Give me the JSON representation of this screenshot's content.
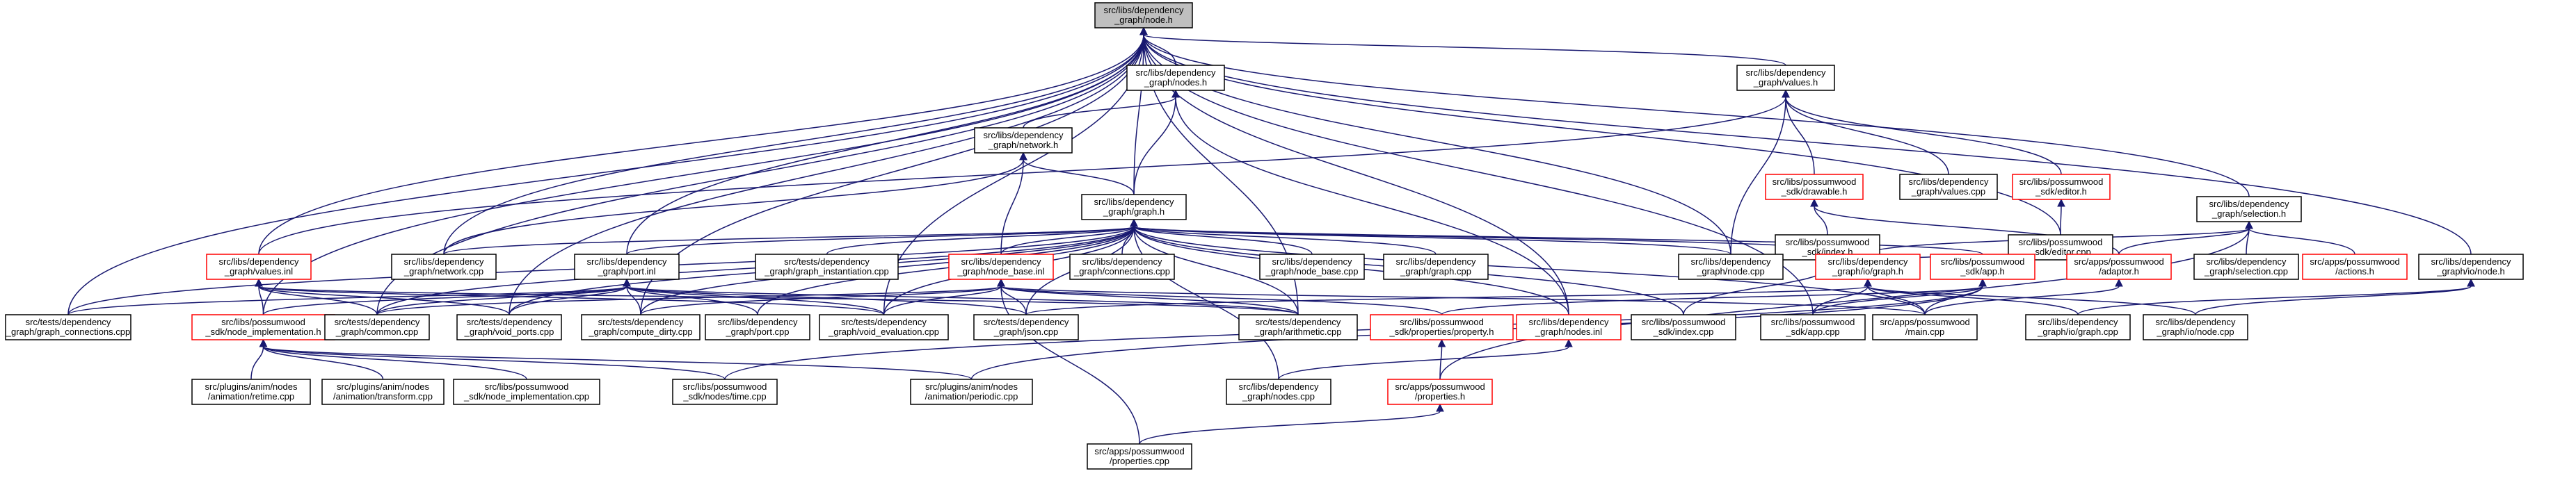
{
  "nodes": [
    {
      "id": "node_h",
      "lines": [
        "src/libs/dependency",
        "_graph/node.h"
      ],
      "root": true
    },
    {
      "id": "nodes_h",
      "lines": [
        "src/libs/dependency",
        "_graph/nodes.h"
      ]
    },
    {
      "id": "values_h",
      "lines": [
        "src/libs/dependency",
        "_graph/values.h"
      ]
    },
    {
      "id": "network_h",
      "lines": [
        "src/libs/dependency",
        "_graph/network.h"
      ]
    },
    {
      "id": "drawable_h",
      "lines": [
        "src/libs/possumwood",
        "_sdk/drawable.h"
      ],
      "red": true
    },
    {
      "id": "values_cpp",
      "lines": [
        "src/libs/dependency",
        "_graph/values.cpp"
      ]
    },
    {
      "id": "editor_h",
      "lines": [
        "src/libs/possumwood",
        "_sdk/editor.h"
      ],
      "red": true
    },
    {
      "id": "graph_h",
      "lines": [
        "src/libs/dependency",
        "_graph/graph.h"
      ]
    },
    {
      "id": "index_h",
      "lines": [
        "src/libs/possumwood",
        "_sdk/index.h"
      ]
    },
    {
      "id": "editor_cpp",
      "lines": [
        "src/libs/possumwood",
        "_sdk/editor.cpp"
      ]
    },
    {
      "id": "selection_h",
      "lines": [
        "src/libs/dependency",
        "_graph/selection.h"
      ]
    },
    {
      "id": "values_inl",
      "lines": [
        "src/libs/dependency",
        "_graph/values.inl"
      ],
      "red": true
    },
    {
      "id": "network_cpp",
      "lines": [
        "src/libs/dependency",
        "_graph/network.cpp"
      ]
    },
    {
      "id": "port_inl",
      "lines": [
        "src/libs/dependency",
        "_graph/port.inl"
      ]
    },
    {
      "id": "graph_instantiation",
      "lines": [
        "src/tests/dependency",
        "_graph/graph_instantiation.cpp"
      ]
    },
    {
      "id": "node_base_inl",
      "lines": [
        "src/libs/dependency",
        "_graph/node_base.inl"
      ],
      "red": true
    },
    {
      "id": "connections_cpp",
      "lines": [
        "src/libs/dependency",
        "_graph/connections.cpp"
      ]
    },
    {
      "id": "node_base_cpp",
      "lines": [
        "src/libs/dependency",
        "_graph/node_base.cpp"
      ]
    },
    {
      "id": "graph_cpp",
      "lines": [
        "src/libs/dependency",
        "_graph/graph.cpp"
      ]
    },
    {
      "id": "node_cpp",
      "lines": [
        "src/libs/dependency",
        "_graph/node.cpp"
      ]
    },
    {
      "id": "io_graph_h",
      "lines": [
        "src/libs/dependency",
        "_graph/io/graph.h"
      ],
      "red": true
    },
    {
      "id": "app_h",
      "lines": [
        "src/libs/possumwood",
        "_sdk/app.h"
      ],
      "red": true
    },
    {
      "id": "adaptor_h",
      "lines": [
        "src/apps/possumwood",
        "/adaptor.h"
      ],
      "red": true
    },
    {
      "id": "selection_cpp",
      "lines": [
        "src/libs/dependency",
        "_graph/selection.cpp"
      ]
    },
    {
      "id": "actions_h",
      "lines": [
        "src/apps/possumwood",
        "/actions.h"
      ],
      "red": true
    },
    {
      "id": "io_node_h",
      "lines": [
        "src/libs/dependency",
        "_graph/io/node.h"
      ]
    },
    {
      "id": "graph_connections",
      "lines": [
        "src/tests/dependency",
        "_graph/graph_connections.cpp"
      ]
    },
    {
      "id": "node_implementation_h",
      "lines": [
        "src/libs/possumwood",
        "_sdk/node_implementation.h"
      ],
      "red": true
    },
    {
      "id": "common_cpp",
      "lines": [
        "src/tests/dependency",
        "_graph/common.cpp"
      ]
    },
    {
      "id": "void_ports",
      "lines": [
        "src/tests/dependency",
        "_graph/void_ports.cpp"
      ]
    },
    {
      "id": "compute_dirty",
      "lines": [
        "src/tests/dependency",
        "_graph/compute_dirty.cpp"
      ]
    },
    {
      "id": "port_cpp",
      "lines": [
        "src/libs/dependency",
        "_graph/port.cpp"
      ]
    },
    {
      "id": "void_evaluation",
      "lines": [
        "src/tests/dependency",
        "_graph/void_evaluation.cpp"
      ]
    },
    {
      "id": "json_cpp",
      "lines": [
        "src/tests/dependency",
        "_graph/json.cpp"
      ]
    },
    {
      "id": "arithmetic_cpp",
      "lines": [
        "src/tests/dependency",
        "_graph/arithmetic.cpp"
      ]
    },
    {
      "id": "property_h",
      "lines": [
        "src/libs/possumwood",
        "_sdk/properties/property.h"
      ],
      "red": true
    },
    {
      "id": "nodes_inl",
      "lines": [
        "src/libs/dependency",
        "_graph/nodes.inl"
      ],
      "red": true
    },
    {
      "id": "index_cpp",
      "lines": [
        "src/libs/possumwood",
        "_sdk/index.cpp"
      ]
    },
    {
      "id": "app_cpp",
      "lines": [
        "src/libs/possumwood",
        "_sdk/app.cpp"
      ]
    },
    {
      "id": "main_cpp",
      "lines": [
        "src/apps/possumwood",
        "/main.cpp"
      ]
    },
    {
      "id": "io_graph_cpp",
      "lines": [
        "src/libs/dependency",
        "_graph/io/graph.cpp"
      ]
    },
    {
      "id": "io_node_cpp",
      "lines": [
        "src/libs/dependency",
        "_graph/io/node.cpp"
      ]
    },
    {
      "id": "retime_cpp",
      "lines": [
        "src/plugins/anim/nodes",
        "/animation/retime.cpp"
      ]
    },
    {
      "id": "transform_cpp",
      "lines": [
        "src/plugins/anim/nodes",
        "/animation/transform.cpp"
      ]
    },
    {
      "id": "node_implementation_cpp",
      "lines": [
        "src/libs/possumwood",
        "_sdk/node_implementation.cpp"
      ]
    },
    {
      "id": "time_cpp",
      "lines": [
        "src/libs/possumwood",
        "_sdk/nodes/time.cpp"
      ]
    },
    {
      "id": "periodic_cpp",
      "lines": [
        "src/plugins/anim/nodes",
        "/animation/periodic.cpp"
      ]
    },
    {
      "id": "nodes_cpp",
      "lines": [
        "src/libs/dependency",
        "_graph/nodes.cpp"
      ]
    },
    {
      "id": "properties_h",
      "lines": [
        "src/apps/possumwood",
        "/properties.h"
      ],
      "red": true
    },
    {
      "id": "properties_cpp",
      "lines": [
        "src/apps/possumwood",
        "/properties.cpp"
      ]
    }
  ],
  "edges": [
    [
      "nodes_h",
      "node_h"
    ],
    [
      "values_h",
      "node_h"
    ],
    [
      "graph_h",
      "node_h"
    ],
    [
      "editor_cpp",
      "node_h"
    ],
    [
      "selection_h",
      "node_h"
    ],
    [
      "values_inl",
      "node_h"
    ],
    [
      "port_inl",
      "node_h"
    ],
    [
      "node_cpp",
      "node_h"
    ],
    [
      "io_node_h",
      "node_h"
    ],
    [
      "graph_connections",
      "node_h"
    ],
    [
      "node_implementation_h",
      "node_h"
    ],
    [
      "common_cpp",
      "node_h"
    ],
    [
      "void_ports",
      "node_h"
    ],
    [
      "compute_dirty",
      "node_h"
    ],
    [
      "void_evaluation",
      "node_h"
    ],
    [
      "arithmetic_cpp",
      "node_h"
    ],
    [
      "nodes_inl",
      "node_h"
    ],
    [
      "app_cpp",
      "node_h"
    ],
    [
      "network_cpp",
      "node_h"
    ],
    [
      "network_h",
      "nodes_h"
    ],
    [
      "graph_h",
      "nodes_h"
    ],
    [
      "nodes_inl",
      "nodes_h"
    ],
    [
      "drawable_h",
      "values_h"
    ],
    [
      "values_cpp",
      "values_h"
    ],
    [
      "editor_h",
      "values_h"
    ],
    [
      "node_cpp",
      "values_h"
    ],
    [
      "values_inl",
      "values_h"
    ],
    [
      "graph_h",
      "network_h"
    ],
    [
      "network_cpp",
      "network_h"
    ],
    [
      "node_base_inl",
      "network_h"
    ],
    [
      "index_h",
      "drawable_h"
    ],
    [
      "adaptor_h",
      "drawable_h"
    ],
    [
      "editor_cpp",
      "editor_h"
    ],
    [
      "network_cpp",
      "graph_h"
    ],
    [
      "port_inl",
      "graph_h"
    ],
    [
      "graph_instantiation",
      "graph_h"
    ],
    [
      "node_base_inl",
      "graph_h"
    ],
    [
      "connections_cpp",
      "graph_h"
    ],
    [
      "node_base_cpp",
      "graph_h"
    ],
    [
      "graph_cpp",
      "graph_h"
    ],
    [
      "node_cpp",
      "graph_h"
    ],
    [
      "io_graph_h",
      "graph_h"
    ],
    [
      "app_h",
      "graph_h"
    ],
    [
      "graph_connections",
      "graph_h"
    ],
    [
      "common_cpp",
      "graph_h"
    ],
    [
      "void_ports",
      "graph_h"
    ],
    [
      "compute_dirty",
      "graph_h"
    ],
    [
      "port_cpp",
      "graph_h"
    ],
    [
      "void_evaluation",
      "graph_h"
    ],
    [
      "json_cpp",
      "graph_h"
    ],
    [
      "arithmetic_cpp",
      "graph_h"
    ],
    [
      "nodes_inl",
      "graph_h"
    ],
    [
      "nodes_cpp",
      "graph_h"
    ],
    [
      "main_cpp",
      "graph_h"
    ],
    [
      "index_cpp",
      "graph_h"
    ],
    [
      "app_h",
      "index_h"
    ],
    [
      "index_cpp",
      "index_h"
    ],
    [
      "io_graph_h",
      "selection_h"
    ],
    [
      "adaptor_h",
      "selection_h"
    ],
    [
      "selection_cpp",
      "selection_h"
    ],
    [
      "actions_h",
      "selection_h"
    ],
    [
      "properties_h",
      "selection_h"
    ],
    [
      "node_implementation_h",
      "values_inl"
    ],
    [
      "common_cpp",
      "values_inl"
    ],
    [
      "void_ports",
      "values_inl"
    ],
    [
      "void_evaluation",
      "values_inl"
    ],
    [
      "arithmetic_cpp",
      "values_inl"
    ],
    [
      "graph_connections",
      "port_inl"
    ],
    [
      "common_cpp",
      "port_inl"
    ],
    [
      "void_ports",
      "port_inl"
    ],
    [
      "compute_dirty",
      "port_inl"
    ],
    [
      "port_cpp",
      "port_inl"
    ],
    [
      "void_evaluation",
      "port_inl"
    ],
    [
      "json_cpp",
      "port_inl"
    ],
    [
      "arithmetic_cpp",
      "port_inl"
    ],
    [
      "node_implementation_h",
      "port_inl"
    ],
    [
      "common_cpp",
      "node_base_inl"
    ],
    [
      "compute_dirty",
      "node_base_inl"
    ],
    [
      "void_evaluation",
      "node_base_inl"
    ],
    [
      "json_cpp",
      "node_base_inl"
    ],
    [
      "arithmetic_cpp",
      "node_base_inl"
    ],
    [
      "property_h",
      "node_base_inl"
    ],
    [
      "properties_cpp",
      "node_base_inl"
    ],
    [
      "main_cpp",
      "node_base_inl"
    ],
    [
      "io_graph_cpp",
      "io_graph_h"
    ],
    [
      "app_cpp",
      "io_graph_h"
    ],
    [
      "main_cpp",
      "io_graph_h"
    ],
    [
      "json_cpp",
      "io_graph_h"
    ],
    [
      "io_node_cpp",
      "io_graph_h"
    ],
    [
      "main_cpp",
      "app_h"
    ],
    [
      "app_cpp",
      "app_h"
    ],
    [
      "property_h",
      "app_h"
    ],
    [
      "time_cpp",
      "app_h"
    ],
    [
      "periodic_cpp",
      "app_h"
    ],
    [
      "main_cpp",
      "adaptor_h"
    ],
    [
      "io_node_cpp",
      "io_node_h"
    ],
    [
      "io_graph_cpp",
      "io_node_h"
    ],
    [
      "retime_cpp",
      "node_implementation_h"
    ],
    [
      "transform_cpp",
      "node_implementation_h"
    ],
    [
      "node_implementation_cpp",
      "node_implementation_h"
    ],
    [
      "time_cpp",
      "node_implementation_h"
    ],
    [
      "periodic_cpp",
      "node_implementation_h"
    ],
    [
      "properties_h",
      "property_h"
    ],
    [
      "nodes_cpp",
      "nodes_inl"
    ],
    [
      "properties_cpp",
      "properties_h"
    ]
  ]
}
